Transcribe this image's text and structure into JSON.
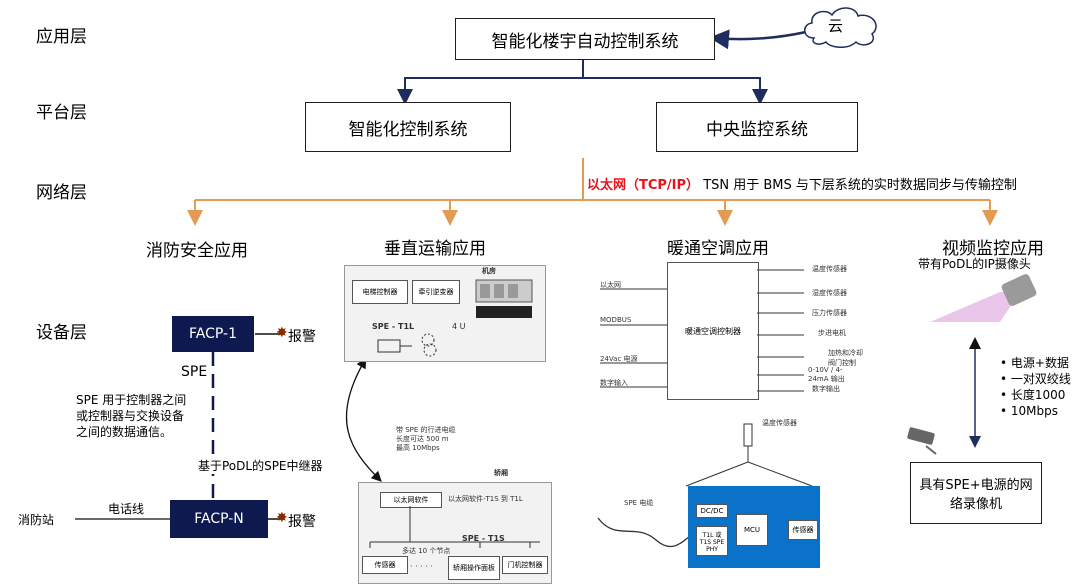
{
  "layers": {
    "app": "应用层",
    "platform": "平台层",
    "network": "网络层",
    "device": "设备层"
  },
  "top": {
    "system": "智能化楼宇自动控制系统",
    "cloud": "云"
  },
  "platform": {
    "left": "智能化控制系统",
    "right": "中央监控系统"
  },
  "network": {
    "highlight": "以太网（TCP/IP）",
    "text": " TSN 用于 BMS 与下层系统的实时数据同步与传输控制",
    "highlight_color": "#e8141b",
    "line_color": "#e39a52"
  },
  "apps": {
    "fire": "消防安全应用",
    "elevator": "垂直运输应用",
    "hvac": "暖通空调应用",
    "video": "视频监控应用"
  },
  "fire": {
    "facp1": "FACP-1",
    "facpn": "FACP-N",
    "alarm1": "报警",
    "alarm2": "报警",
    "spe": "SPE",
    "note": "SPE 用于控制器之间或控制器与交换设备之间的数据通信。",
    "repeater": "基于PoDL的SPE中继器",
    "phone_line": "电话线",
    "station": "消防站"
  },
  "elevator": {
    "room": "机房",
    "ctrl": "电梯控制器",
    "inverter": "牵引逆变器",
    "spe_t1l": "SPE - T1L",
    "u4": "4 U",
    "cable_note": "带 SPE 的行进电缆\n长度可达 500 m\n最高 10Mbps",
    "car": "轿厢",
    "eth_sw": "以太网软件",
    "conv": "以太网软件-T1S 到 T1L",
    "spe_t1s": "SPE - T1S",
    "nodes": "多达 10 个节点",
    "sensor": "传感器",
    "dots": "· · · · ·",
    "panel": "轿厢操作面板",
    "door": "门机控制器"
  },
  "hvac": {
    "controller": "暖通空调控制器",
    "left_labels": [
      "以太网",
      "MODBUS",
      "24Vac 电源",
      "数字输入"
    ],
    "right_labels": [
      "温度传感器",
      "湿度传感器",
      "压力传感器",
      "步进电机",
      "加热和冷却阀门控制",
      "0-10V / 4-24mA 输出",
      "数字输出"
    ],
    "sensor_top": "温度传感器",
    "spe_cable": "SPE 电缆",
    "dcdc": "DC/DC",
    "phy": "T1L 或 T1S SPE PHY",
    "mcu": "MCU",
    "sens": "传感器"
  },
  "video": {
    "camera": "带有PoDL的IP摄像头",
    "bullets": [
      "电源+数据",
      "一对双绞线",
      "长度1000",
      "10Mbps"
    ],
    "nvr": "具有SPE+电源的网络录像机"
  }
}
